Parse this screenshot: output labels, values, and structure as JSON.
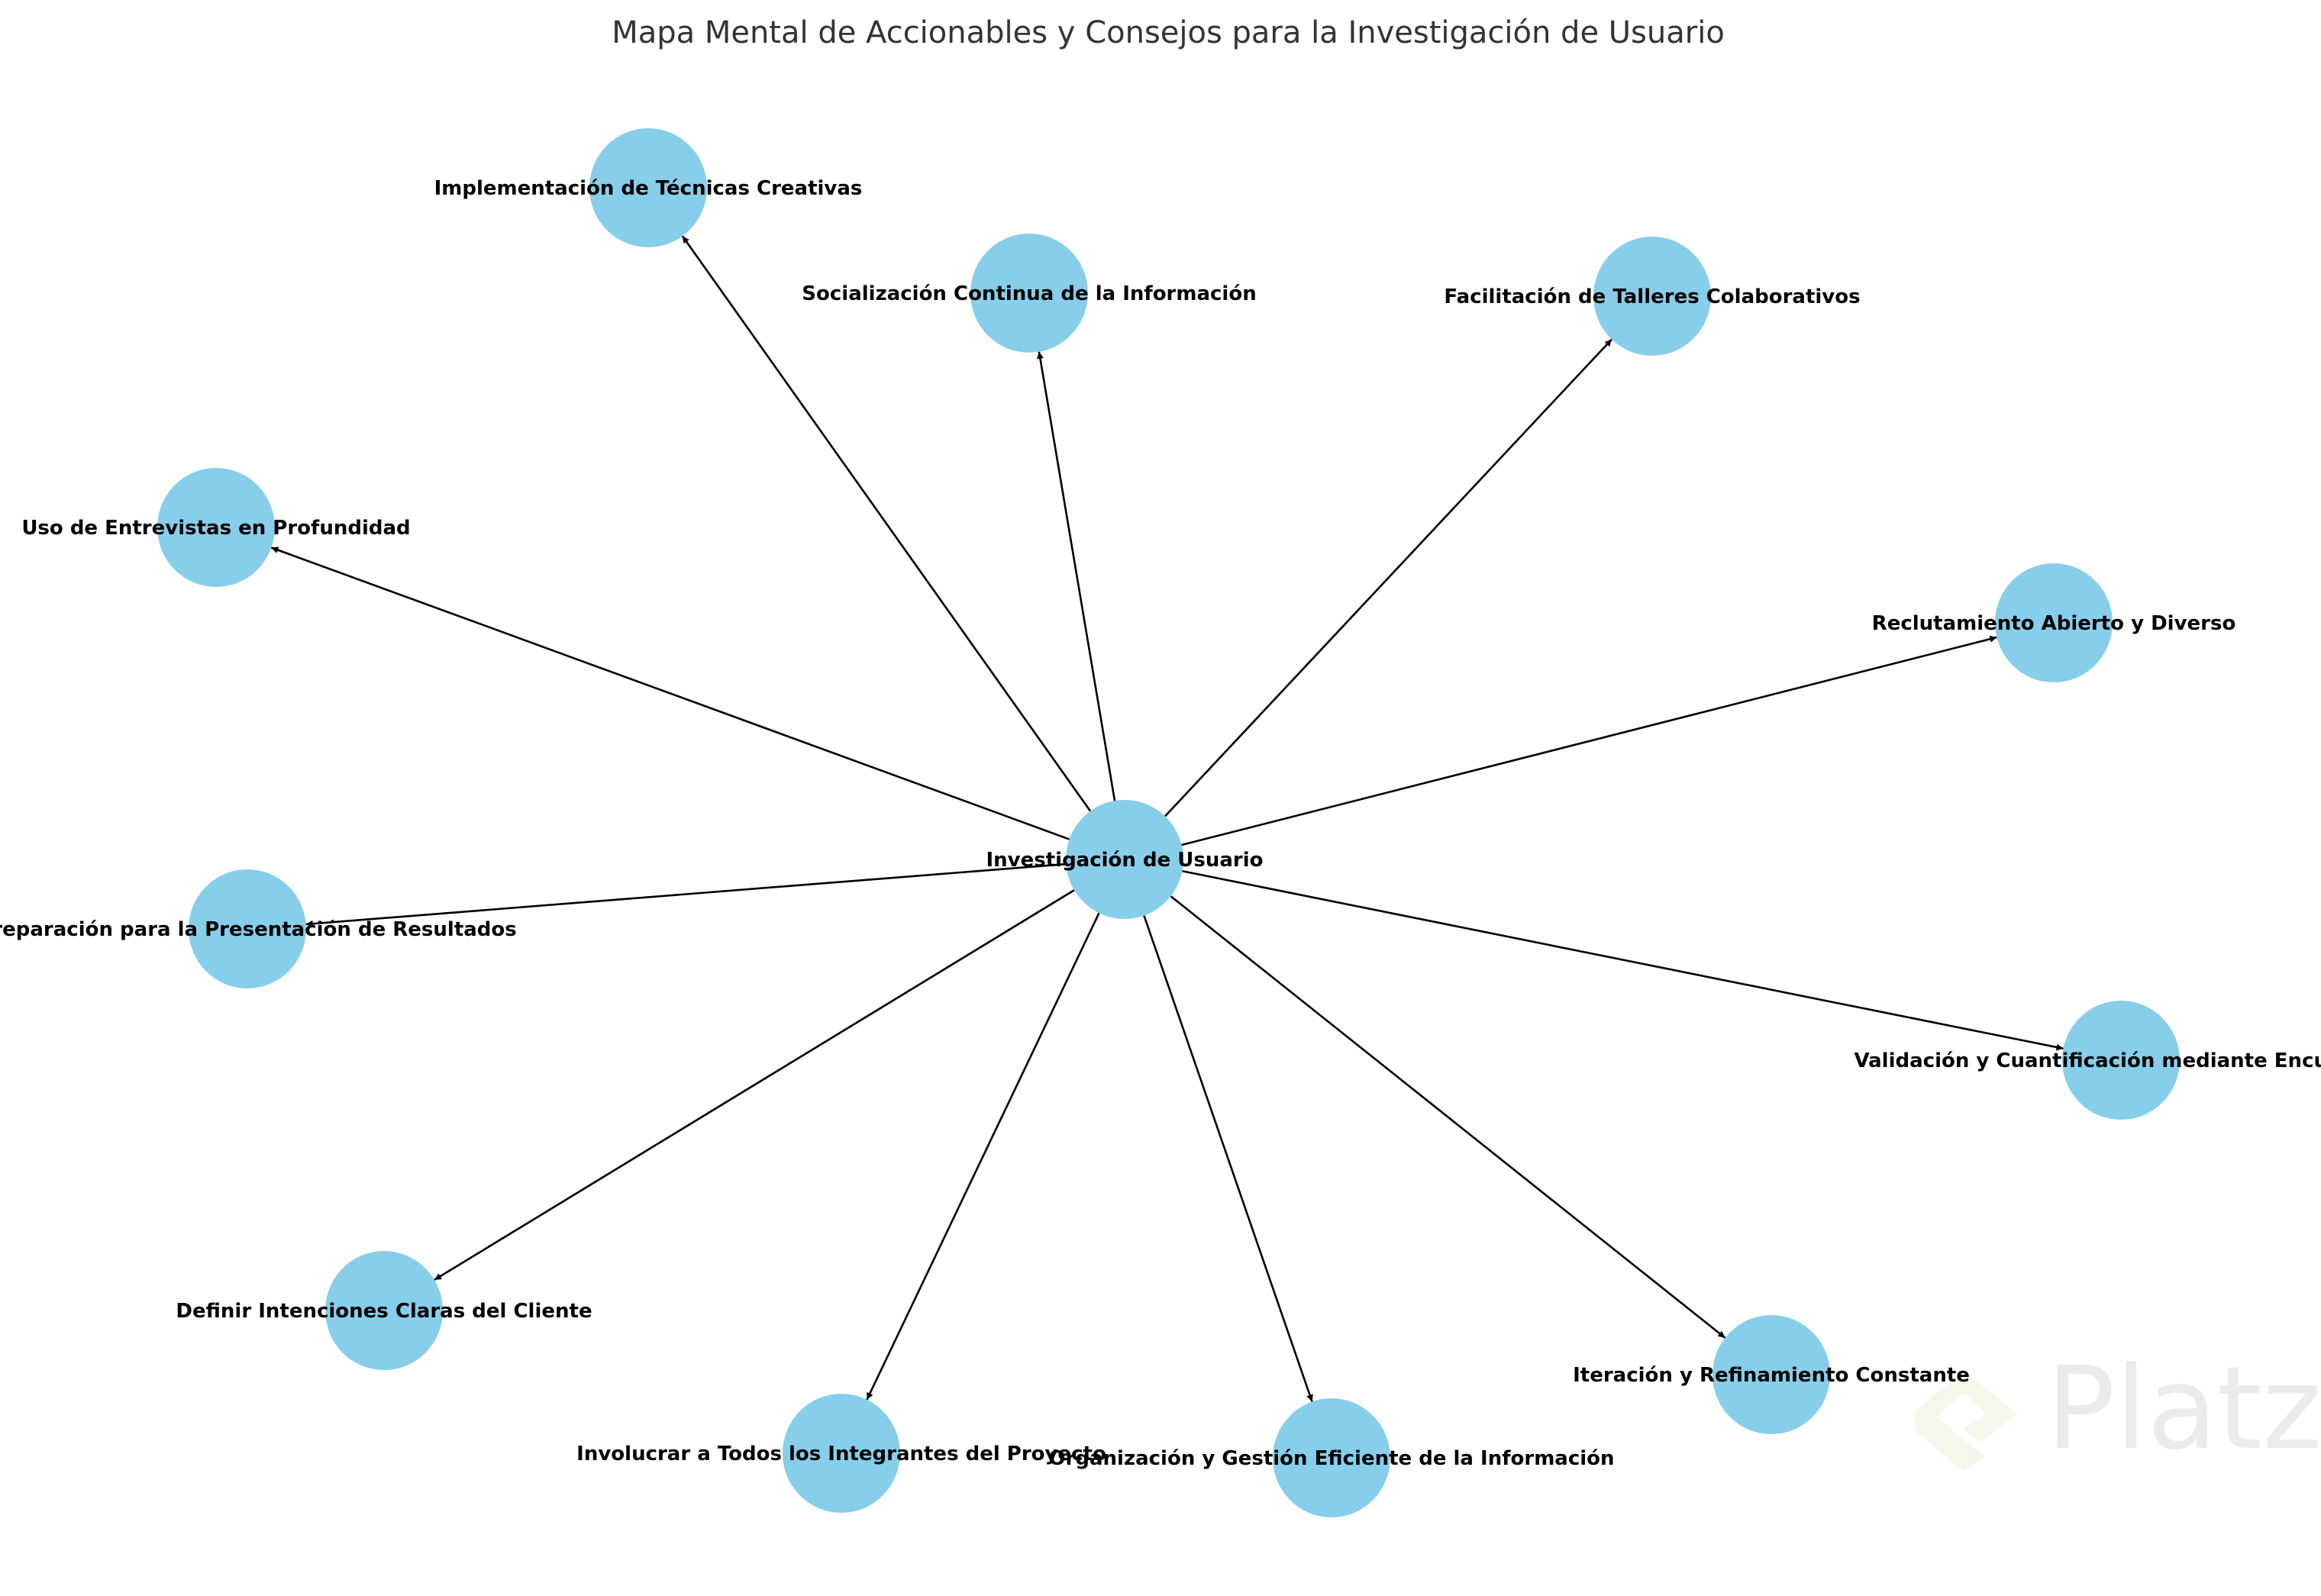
{
  "title": "Mapa Mental de Accionables y Consejos para la Investigación de Usuario",
  "center": {
    "label": "Investigación de Usuario"
  },
  "nodes": [
    {
      "label": "Implementación de Técnicas Creativas"
    },
    {
      "label": "Socialización Continua de la Información"
    },
    {
      "label": "Facilitación de Talleres Colaborativos"
    },
    {
      "label": "Uso de Entrevistas en Profundidad"
    },
    {
      "label": "Reclutamiento Abierto y Diverso"
    },
    {
      "label": "Preparación para la Presentación de Resultados"
    },
    {
      "label": "Validación y Cuantificación mediante Encuestas"
    },
    {
      "label": "Definir Intenciones Claras del Cliente"
    },
    {
      "label": "Involucrar a Todos los Integrantes del Proyecto"
    },
    {
      "label": "Organización y Gestión Eficiente de la Información"
    },
    {
      "label": "Iteración y Refinamiento Constante"
    }
  ],
  "colors": {
    "node": "#87ceeb",
    "edge": "#000000",
    "watermark_text": "#ebebeb",
    "watermark_logo": "#f4f8ea"
  },
  "watermark": {
    "text": "Platzi"
  }
}
